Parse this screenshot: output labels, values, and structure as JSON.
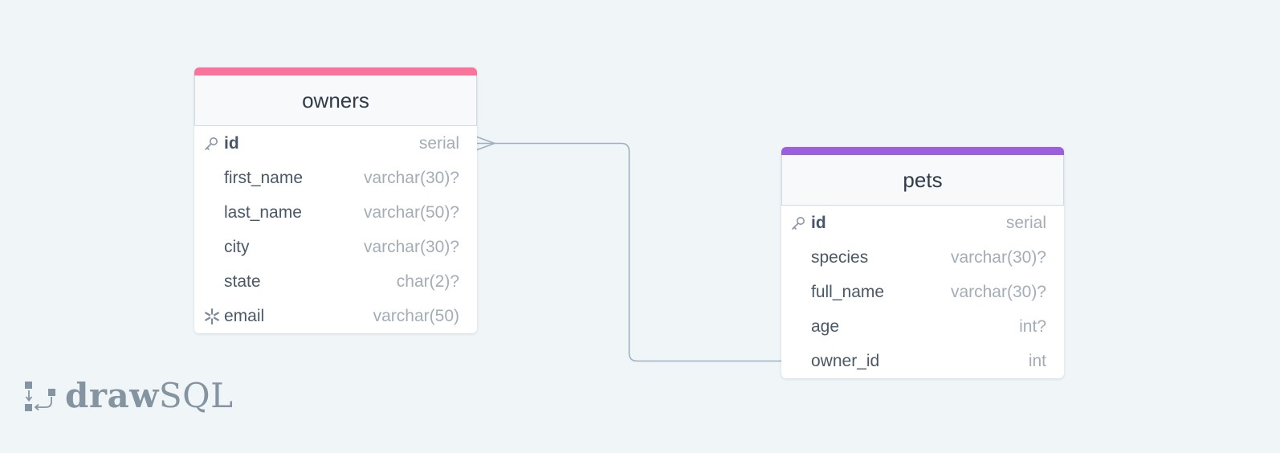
{
  "diagram": {
    "tables": [
      {
        "id": "owners",
        "name": "owners",
        "accent_color": "#f8749b",
        "columns": [
          {
            "name": "id",
            "type": "serial",
            "icon": "key-icon",
            "pk": true
          },
          {
            "name": "first_name",
            "type": "varchar(30)?"
          },
          {
            "name": "last_name",
            "type": "varchar(50)?"
          },
          {
            "name": "city",
            "type": "varchar(30)?"
          },
          {
            "name": "state",
            "type": "char(2)?"
          },
          {
            "name": "email",
            "type": "varchar(50)",
            "icon": "snowflake-icon"
          }
        ]
      },
      {
        "id": "pets",
        "name": "pets",
        "accent_color": "#9b5fe0",
        "columns": [
          {
            "name": "id",
            "type": "serial",
            "icon": "key-icon",
            "pk": true
          },
          {
            "name": "species",
            "type": "varchar(30)?"
          },
          {
            "name": "full_name",
            "type": "varchar(30)?"
          },
          {
            "name": "age",
            "type": "int?"
          },
          {
            "name": "owner_id",
            "type": "int"
          }
        ]
      }
    ],
    "relationships": [
      {
        "from": "pets.owner_id",
        "to": "owners.id",
        "from_end": "one",
        "to_end": "many"
      }
    ],
    "connector_color": "#9fb1c1"
  },
  "logo": {
    "text_bold": "draw",
    "text_regular": "SQL",
    "color": "#8494a1"
  }
}
